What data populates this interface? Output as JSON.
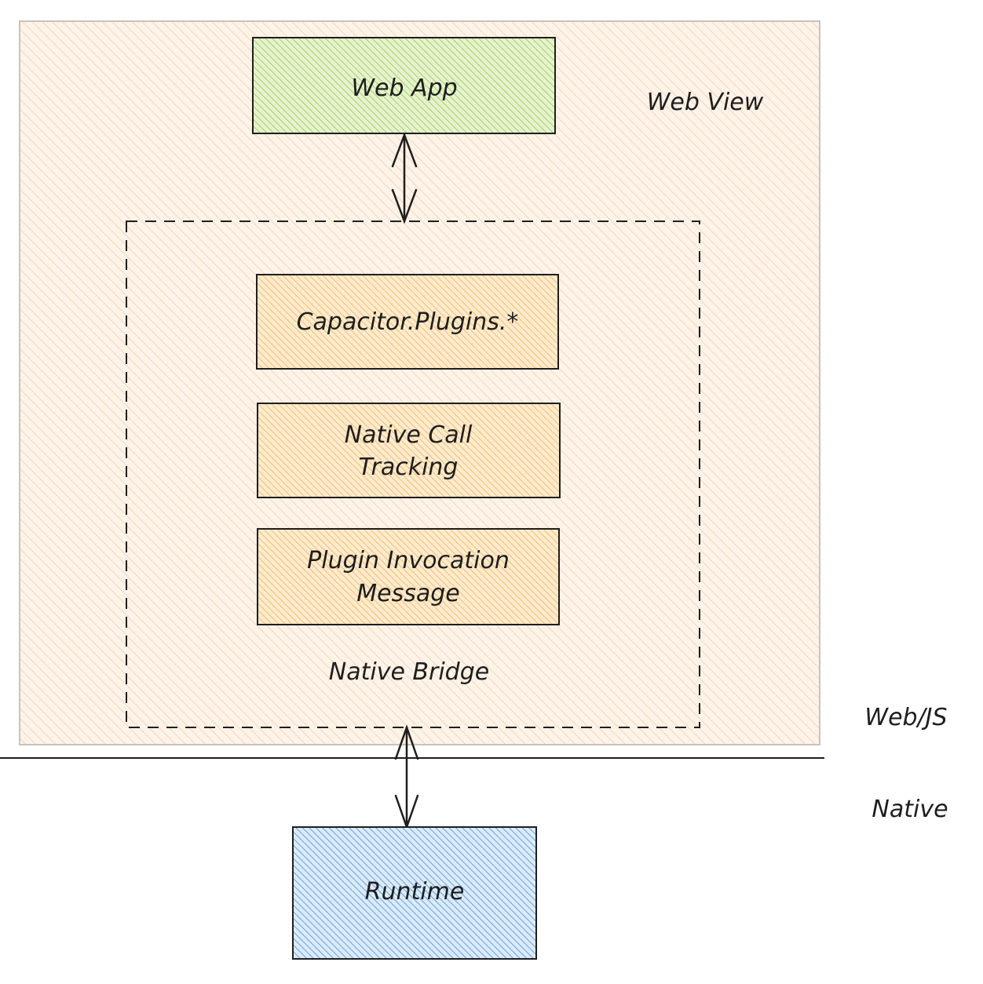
{
  "diagram": {
    "web_view": {
      "label": "Web View"
    },
    "web_app": {
      "label": "Web App",
      "fill": "#c2e38a"
    },
    "native_bridge": {
      "label": "Native Bridge",
      "components": [
        {
          "lines": [
            "Capacitor.Plugins.*"
          ],
          "fill": "#f7cf8e"
        },
        {
          "lines": [
            "Native Call",
            "Tracking"
          ],
          "fill": "#f7cf8e"
        },
        {
          "lines": [
            "Plugin Invocation",
            "Message"
          ],
          "fill": "#f7cf8e"
        }
      ]
    },
    "runtime": {
      "label": "Runtime",
      "fill": "#8ec2ee"
    },
    "layers": {
      "web": "Web/JS",
      "native": "Native"
    },
    "colors": {
      "web_view_fill": "#fbe6cf",
      "stroke": "#1e1e1e"
    }
  }
}
